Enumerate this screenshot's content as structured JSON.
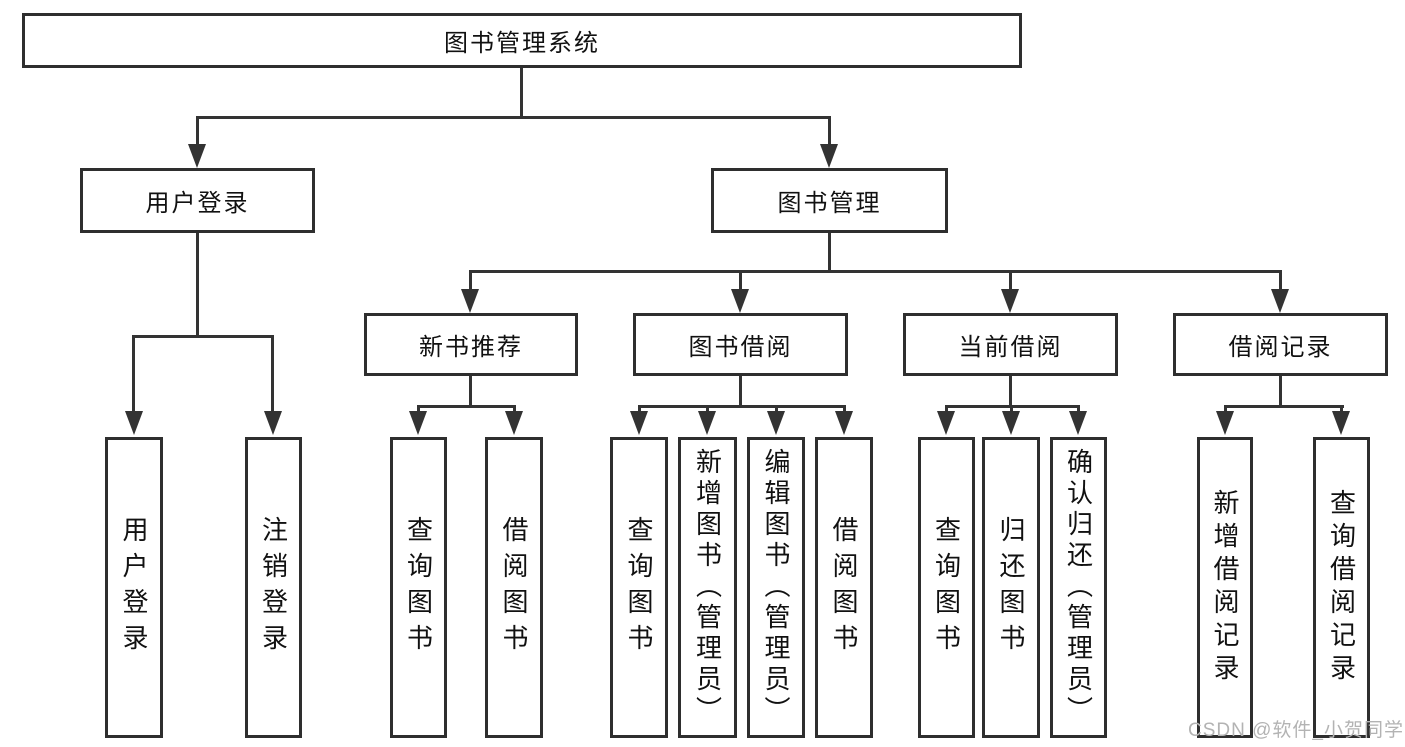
{
  "colors": {
    "background": "#ffffff",
    "line": "#333333",
    "box_border": "#2e2e2e",
    "text": "#111111",
    "watermark": "#b3b3b3"
  },
  "diagram": {
    "root": {
      "label": "图书管理系统"
    },
    "level2": [
      {
        "label": "用户登录"
      },
      {
        "label": "图书管理"
      }
    ],
    "level3": [
      {
        "label": "新书推荐",
        "parent": "图书管理"
      },
      {
        "label": "图书借阅",
        "parent": "图书管理"
      },
      {
        "label": "当前借阅",
        "parent": "图书管理"
      },
      {
        "label": "借阅记录",
        "parent": "图书管理"
      }
    ],
    "leaves": [
      {
        "label": "用户登录",
        "parent": "用户登录"
      },
      {
        "label": "注销登录",
        "parent": "用户登录"
      },
      {
        "label": "查询图书",
        "parent": "新书推荐"
      },
      {
        "label": "借阅图书",
        "parent": "新书推荐"
      },
      {
        "label": "查询图书",
        "parent": "图书借阅"
      },
      {
        "label": "新增图书（管理员）",
        "parent": "图书借阅"
      },
      {
        "label": "编辑图书（管理员）",
        "parent": "图书借阅"
      },
      {
        "label": "借阅图书",
        "parent": "图书借阅"
      },
      {
        "label": "查询图书",
        "parent": "当前借阅"
      },
      {
        "label": "归还图书",
        "parent": "当前借阅"
      },
      {
        "label": "确认归还（管理员）",
        "parent": "当前借阅"
      },
      {
        "label": "新增借阅记录",
        "parent": "借阅记录"
      },
      {
        "label": "查询借阅记录",
        "parent": "借阅记录"
      }
    ]
  },
  "watermark": {
    "text": "CSDN @软件_小贺同学"
  }
}
